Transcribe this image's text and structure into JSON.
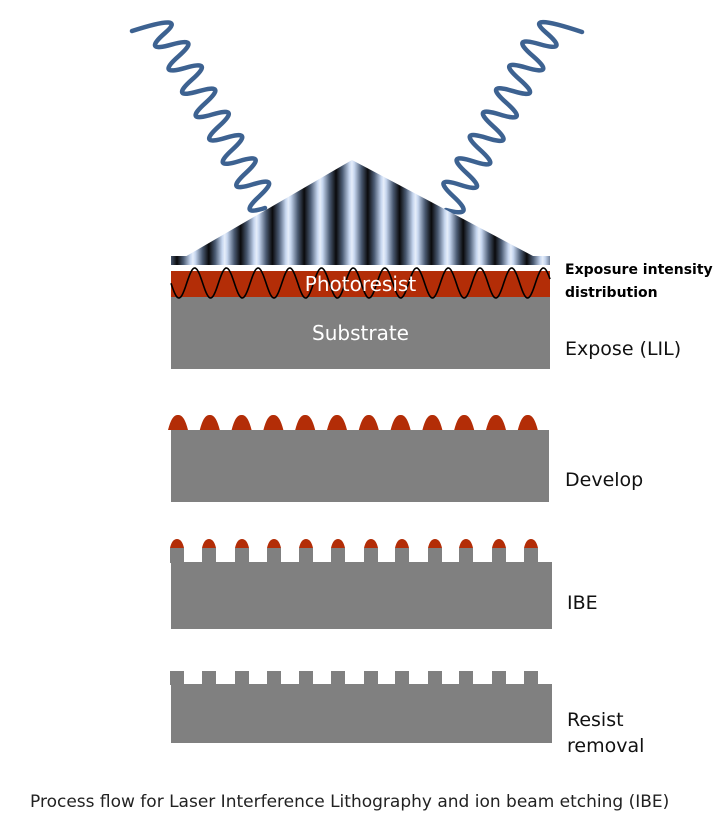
{
  "colors": {
    "wave": "#3d6291",
    "photoresist": "#b32d07",
    "substrate": "#808080",
    "stripe_dark": "#0a0a0c",
    "stripe_light": "#d6e3f7"
  },
  "steps": {
    "expose": {
      "photoresist_label": "Photoresist",
      "substrate_label": "Substrate",
      "intensity_label_line1": "Exposure intensity",
      "intensity_label_line2": "distribution",
      "step_label": "Expose (LIL)"
    },
    "develop": {
      "step_label": "Develop"
    },
    "ibe": {
      "step_label": "IBE"
    },
    "resist_removal": {
      "step_label_line1": "Resist",
      "step_label_line2": "removal"
    }
  },
  "caption": "Process flow for Laser Interference Lithography and ion beam etching (IBE)"
}
